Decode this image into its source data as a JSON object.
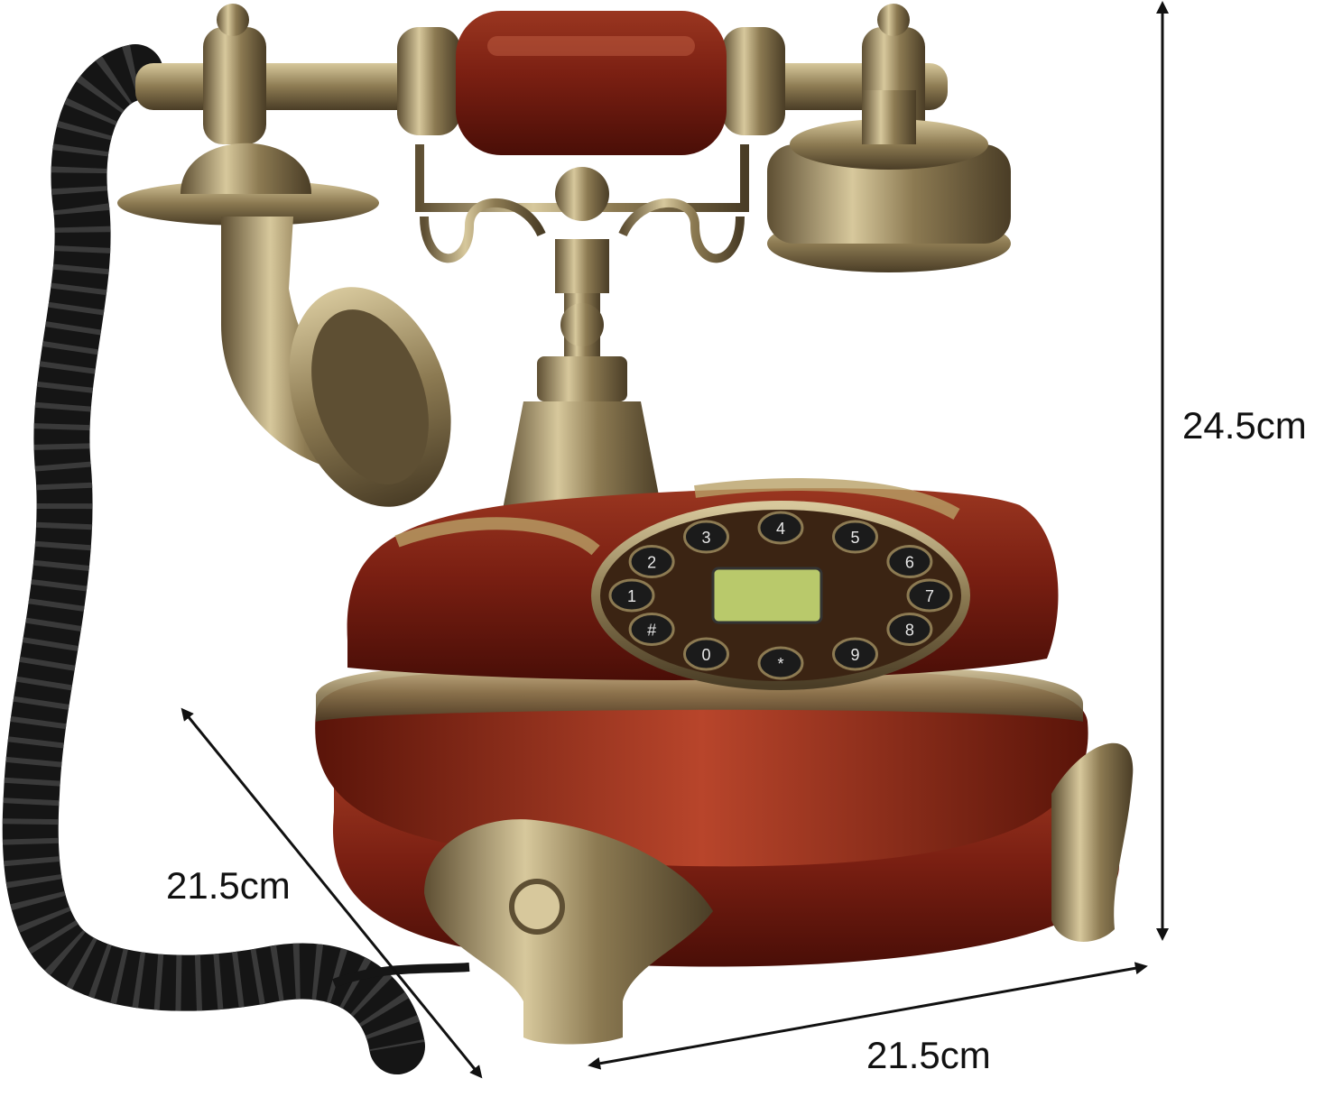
{
  "dimensions": {
    "height": "24.5cm",
    "depth": "21.5cm",
    "width": "21.5cm"
  },
  "colors": {
    "wood": "#7a1f12",
    "wood_highlight": "#b8452b",
    "brass": "#8c7a52",
    "brass_light": "#d7c89c",
    "cord": "#151515",
    "lcd": "#b9c96b",
    "arrow": "#111111"
  },
  "keypad": {
    "keys": [
      "1",
      "2",
      "3",
      "4",
      "5",
      "6",
      "7",
      "8",
      "9",
      "*",
      "0",
      "#"
    ]
  }
}
